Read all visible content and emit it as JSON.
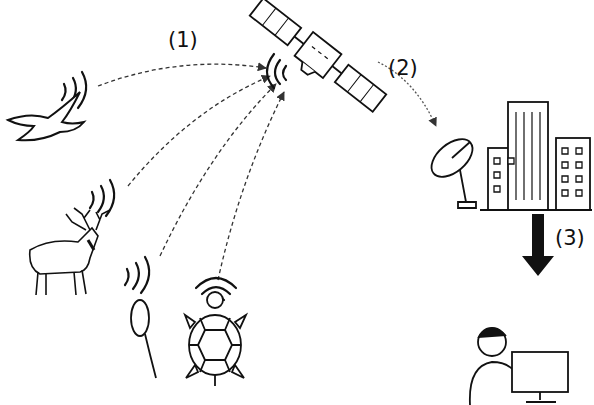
{
  "diagram": {
    "labels": [
      "(1)",
      "(2)",
      "(3)"
    ]
  }
}
